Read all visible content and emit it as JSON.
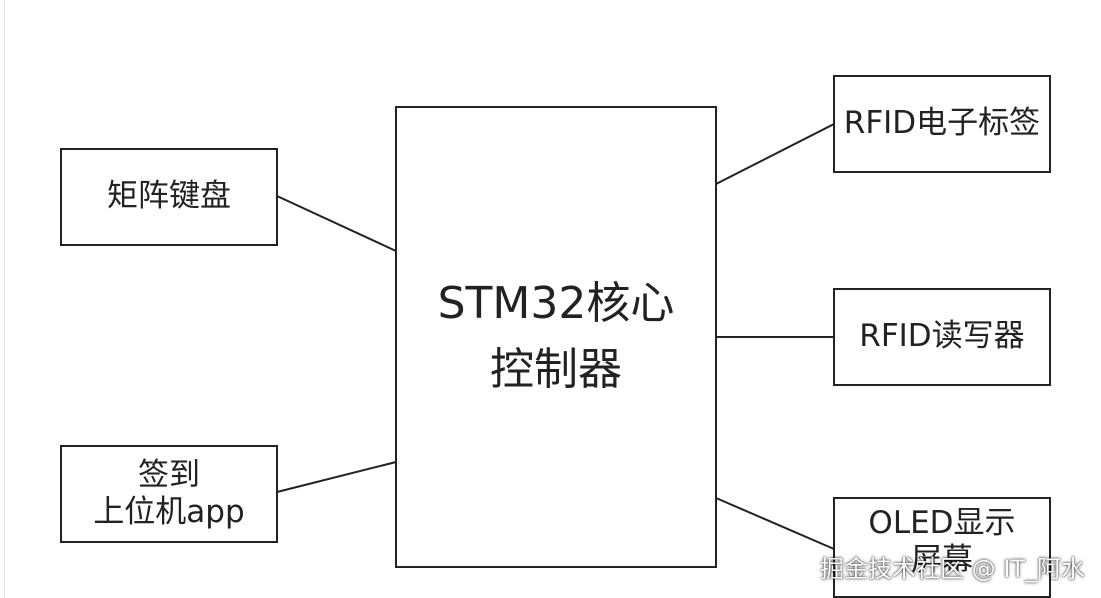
{
  "diagram": {
    "center_block": {
      "line1": "STM32核心",
      "line2": "控制器"
    },
    "left_blocks": [
      {
        "label": "矩阵键盘"
      },
      {
        "label_line1": "签到",
        "label_line2": "上位机app"
      }
    ],
    "right_blocks": [
      {
        "label": "RFID电子标签"
      },
      {
        "label": "RFID读写器"
      },
      {
        "label_line1": "OLED显示",
        "label_line2": "屏幕"
      }
    ],
    "watermark": "掘金技术社区 @ IT_阿水"
  }
}
